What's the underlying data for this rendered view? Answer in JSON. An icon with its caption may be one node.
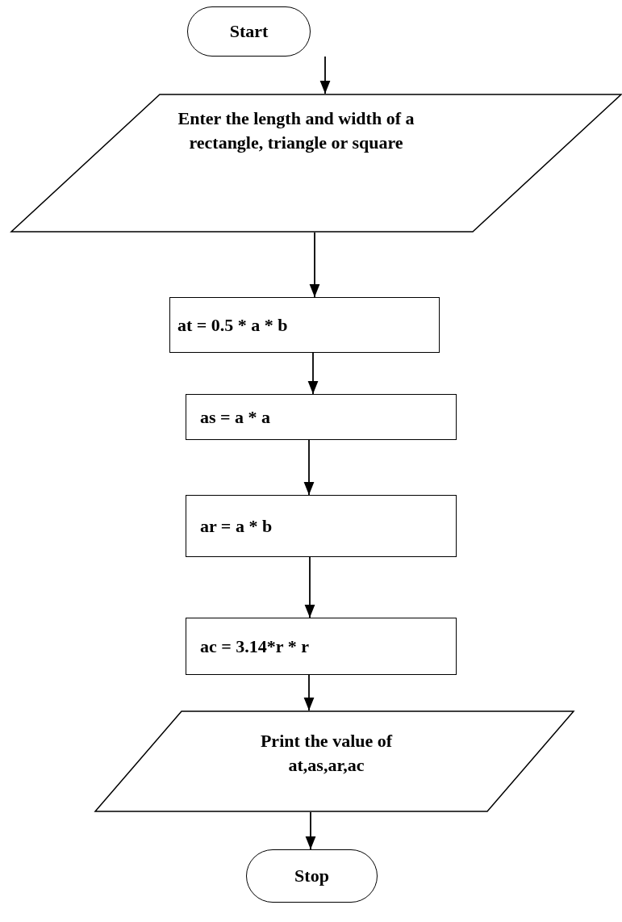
{
  "diagram": {
    "nodes": [
      {
        "text": [
          "Start"
        ]
      },
      {
        "text": [
          "Enter the length and width of a rectangle, triangle or square"
        ]
      },
      {
        "text": [
          "at = 0.5 * a * b"
        ]
      },
      {
        "text": [
          "as = a * a"
        ]
      },
      {
        "text": [
          "ar = a * b"
        ]
      },
      {
        "text": [
          "ac = 3.14*r * r"
        ]
      },
      {
        "text": [
          "Print the value of at,as,ar,ac"
        ]
      },
      {
        "text": [
          "Stop"
        ]
      }
    ],
    "edges": [
      {
        "from": 0,
        "to": 1,
        "arrow": "to"
      },
      {
        "from": 1,
        "to": 2,
        "arrow": "to"
      },
      {
        "from": 2,
        "to": 3,
        "arrow": "to"
      },
      {
        "from": 3,
        "to": 4,
        "arrow": "to"
      },
      {
        "from": 4,
        "to": 5,
        "arrow": "to"
      },
      {
        "from": 5,
        "to": 6,
        "arrow": "to"
      },
      {
        "from": 6,
        "to": 7,
        "arrow": "to"
      }
    ]
  }
}
